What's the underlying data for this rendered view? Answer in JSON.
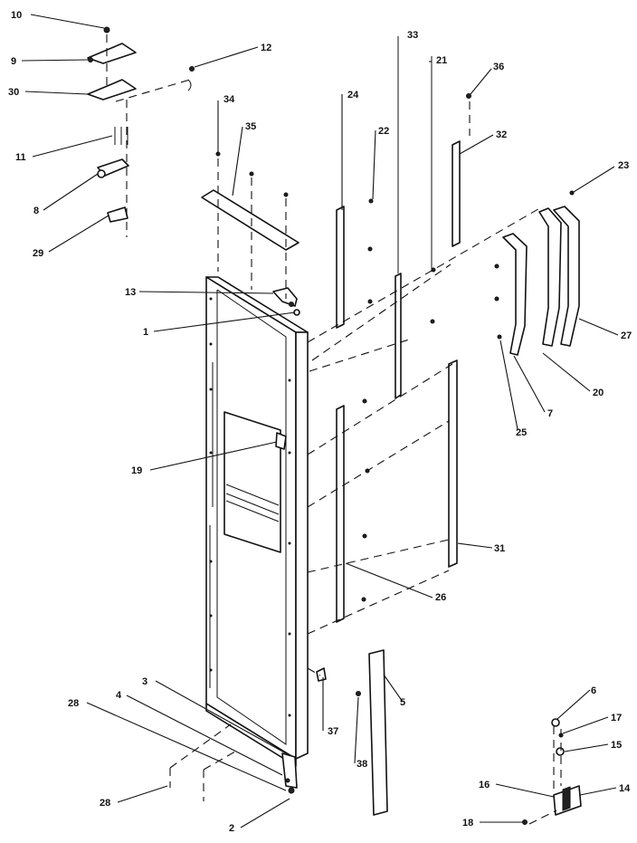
{
  "diagram": {
    "callouts": [
      {
        "id": "c1",
        "label": "1"
      },
      {
        "id": "c2",
        "label": "2"
      },
      {
        "id": "c3",
        "label": "3"
      },
      {
        "id": "c4",
        "label": "4"
      },
      {
        "id": "c5",
        "label": "5"
      },
      {
        "id": "c6",
        "label": "6"
      },
      {
        "id": "c7",
        "label": "7"
      },
      {
        "id": "c8",
        "label": "8"
      },
      {
        "id": "c9",
        "label": "9"
      },
      {
        "id": "c10",
        "label": "10"
      },
      {
        "id": "c11",
        "label": "11"
      },
      {
        "id": "c12",
        "label": "12"
      },
      {
        "id": "c13",
        "label": "13"
      },
      {
        "id": "c14",
        "label": "14"
      },
      {
        "id": "c15",
        "label": "15"
      },
      {
        "id": "c16",
        "label": "16"
      },
      {
        "id": "c17",
        "label": "17"
      },
      {
        "id": "c18",
        "label": "18"
      },
      {
        "id": "c19",
        "label": "19"
      },
      {
        "id": "c20",
        "label": "20"
      },
      {
        "id": "c21",
        "label": "21"
      },
      {
        "id": "c22",
        "label": "22"
      },
      {
        "id": "c23",
        "label": "23"
      },
      {
        "id": "c24",
        "label": "24"
      },
      {
        "id": "c25",
        "label": "25"
      },
      {
        "id": "c26",
        "label": "26"
      },
      {
        "id": "c27",
        "label": "27"
      },
      {
        "id": "c28a",
        "label": "28"
      },
      {
        "id": "c28b",
        "label": "28"
      },
      {
        "id": "c29",
        "label": "29"
      },
      {
        "id": "c30",
        "label": "30"
      },
      {
        "id": "c31",
        "label": "31"
      },
      {
        "id": "c32",
        "label": "32"
      },
      {
        "id": "c33",
        "label": "33"
      },
      {
        "id": "c34",
        "label": "34"
      },
      {
        "id": "c35",
        "label": "35"
      },
      {
        "id": "c36",
        "label": "36"
      },
      {
        "id": "c37",
        "label": "37"
      },
      {
        "id": "c38",
        "label": "38"
      }
    ]
  }
}
